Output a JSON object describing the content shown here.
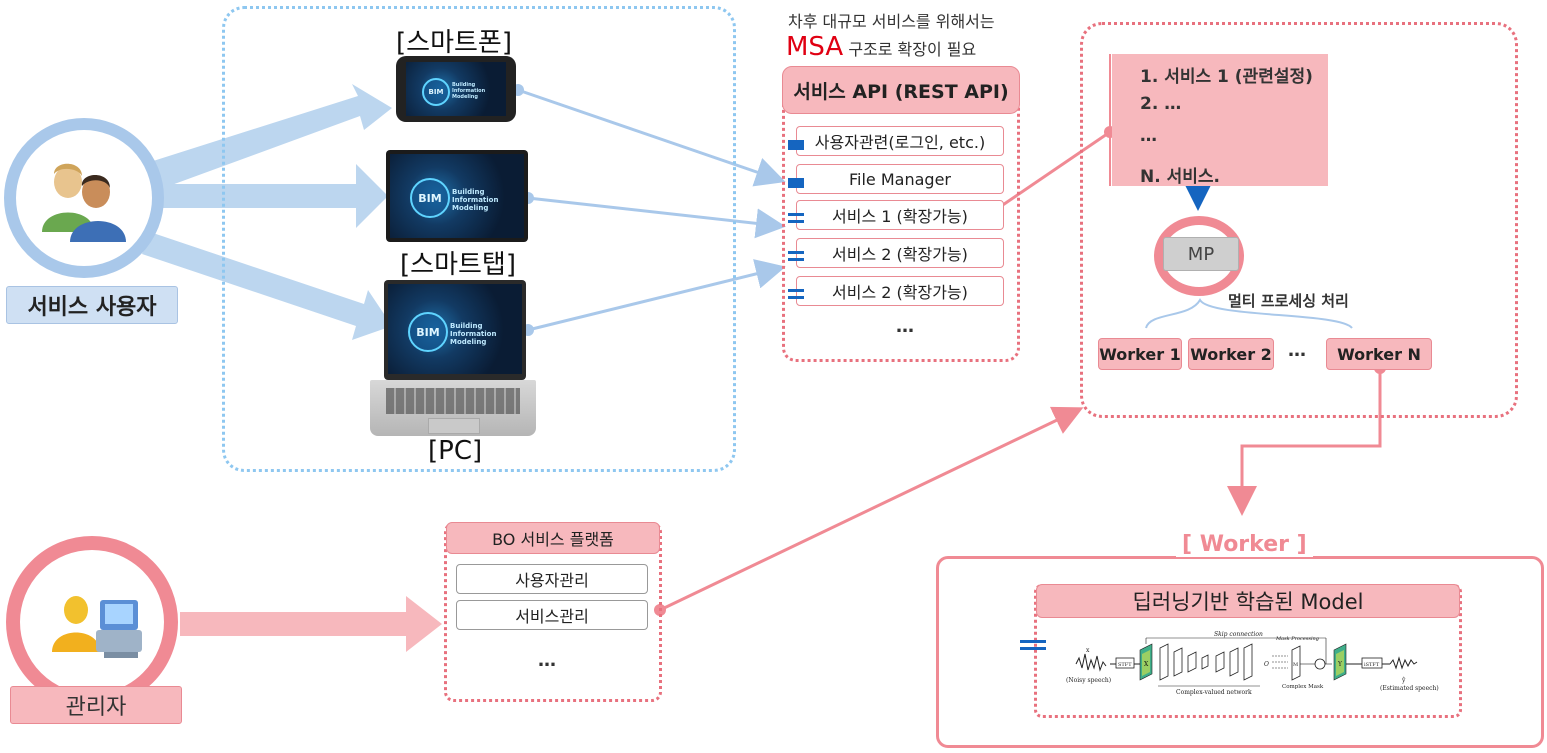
{
  "labels": {
    "service_user": "서비스 사용자",
    "admin": "관리자",
    "smartphone": "[스마트폰]",
    "smarttab": "[스마트탭]",
    "pc": "[PC]"
  },
  "bim_screen": {
    "circle": "BIM",
    "text": "Building Information Modeling"
  },
  "api": {
    "note_line1": "차후 대규모 서비스를 위해서는",
    "msa": "MSA",
    "note_line2": "구조로 확장이 필요",
    "header": "서비스 API (REST API)",
    "items": [
      {
        "label": "사용자관련(로그인, etc.)",
        "port": "single"
      },
      {
        "label": "File Manager",
        "port": "single"
      },
      {
        "label": "서비스 1 (확장가능)",
        "port": "double"
      },
      {
        "label": "서비스 2 (확장가능)",
        "port": "double"
      },
      {
        "label": "서비스 2 (확장가능)",
        "port": "double"
      }
    ],
    "ellipsis": "…"
  },
  "mp_panel": {
    "services": [
      "1. 서비스 1 (관련설정)",
      "2. …",
      "…",
      "N. 서비스."
    ],
    "mp": "MP",
    "caption": "멀티 프로세싱 처리",
    "workers": [
      "Worker 1",
      "Worker 2",
      "Worker N"
    ],
    "ellipsis": "…"
  },
  "bo": {
    "header": "BO 서비스 플랫폼",
    "items": [
      "사용자관리",
      "서비스관리"
    ],
    "ellipsis": "…"
  },
  "worker_panel": {
    "title": "[ Worker ]",
    "model_header": "딥러닝기반 학습된 Model",
    "figure": {
      "input_sym": "x",
      "input_label": "(Noisy speech)",
      "stft": "STFT",
      "skip_label": "Skip connection",
      "mask_proc": "Mask Processing",
      "network_label": "Complex-valued network",
      "mask_label": "Complex Mask",
      "istft": "iSTFT",
      "output_sym": "ŷ",
      "output_label": "(Estimated speech)",
      "X": "X",
      "O": "O",
      "M": "M",
      "Y": "Y"
    }
  },
  "colors": {
    "blue_arrow": "#a9c8ea",
    "pink": "#f08a94",
    "pink_fill": "#f7b8bd",
    "port_blue": "#1565c0",
    "msa_red": "#e00012"
  }
}
